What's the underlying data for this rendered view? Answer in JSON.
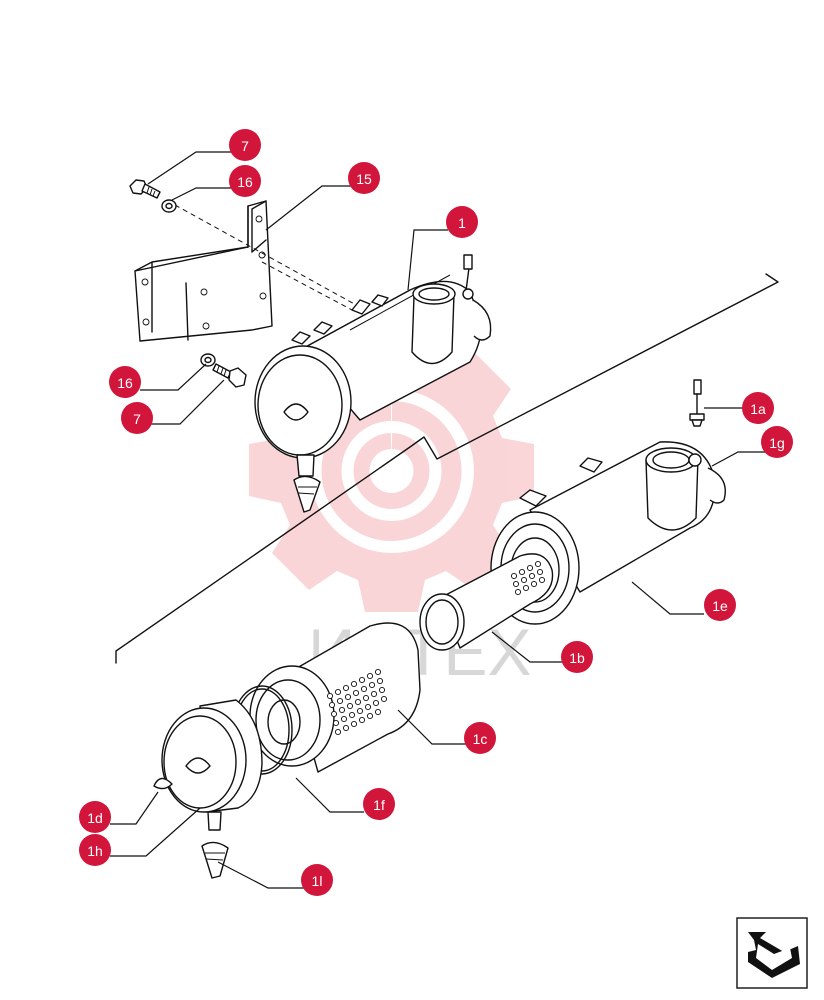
{
  "watermark": {
    "text": "ИНТЕХ"
  },
  "callouts": {
    "c7_top": "7",
    "c16_top": "16",
    "c15": "15",
    "c1": "1",
    "c16_bottom": "16",
    "c7_bottom": "7",
    "c1a": "1a",
    "c1g": "1g",
    "c1e": "1e",
    "c1b": "1b",
    "c1c": "1c",
    "c1f": "1f",
    "c1d": "1d",
    "c1h": "1h",
    "c1l": "1l"
  },
  "icons": {
    "navigation": "next-page-arrow-icon"
  },
  "colors": {
    "callout": "#d2153a",
    "watermark": "#f3a3ab"
  }
}
